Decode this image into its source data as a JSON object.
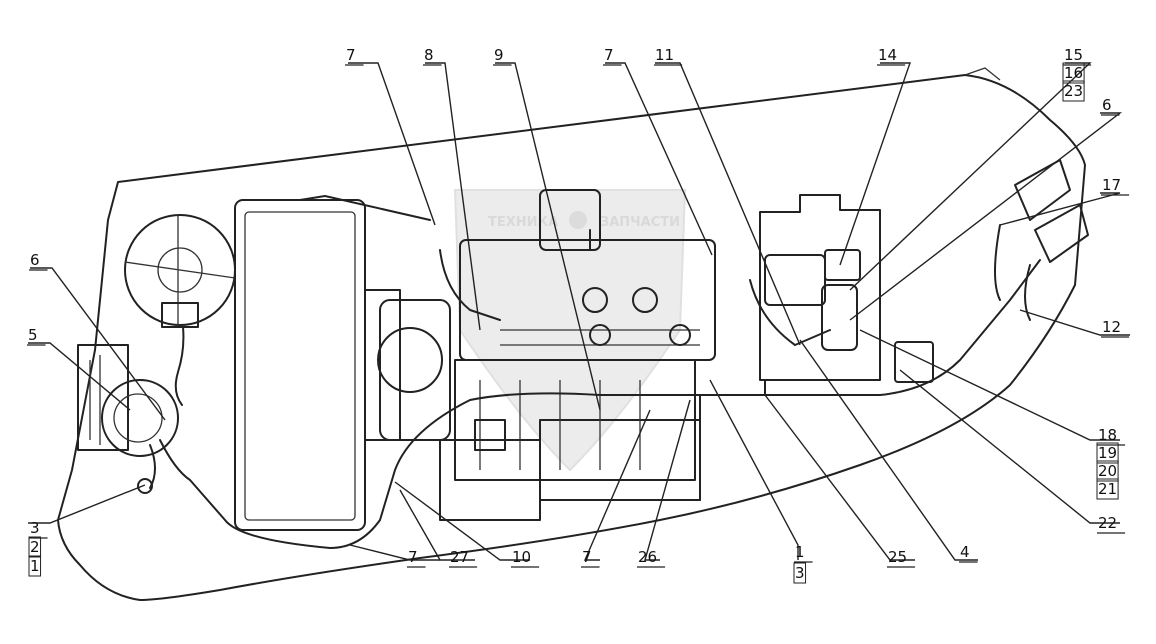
{
  "watermark": {
    "left_text": "ТЕХНИКА",
    "right_text": "ЗАПЧАСТИ"
  },
  "callouts": [
    {
      "id": "c-7a",
      "text": "7",
      "boxed": false
    },
    {
      "id": "c-8",
      "text": "8",
      "boxed": false
    },
    {
      "id": "c-9",
      "text": "9",
      "boxed": false
    },
    {
      "id": "c-7b",
      "text": "7",
      "boxed": false
    },
    {
      "id": "c-11",
      "text": "11",
      "boxed": false
    },
    {
      "id": "c-14",
      "text": "14",
      "boxed": false
    },
    {
      "id": "c-15",
      "text": "15",
      "boxed": false
    },
    {
      "id": "c-16",
      "text": "16",
      "boxed": true
    },
    {
      "id": "c-23",
      "text": "23",
      "boxed": true
    },
    {
      "id": "c-6a",
      "text": "6",
      "boxed": false
    },
    {
      "id": "c-17",
      "text": "17",
      "boxed": false
    },
    {
      "id": "c-12",
      "text": "12",
      "boxed": false
    },
    {
      "id": "c-6b",
      "text": "6",
      "boxed": false
    },
    {
      "id": "c-5",
      "text": "5",
      "boxed": false
    },
    {
      "id": "c-18",
      "text": "18",
      "boxed": false
    },
    {
      "id": "c-19",
      "text": "19",
      "boxed": true
    },
    {
      "id": "c-20",
      "text": "20",
      "boxed": true
    },
    {
      "id": "c-21",
      "text": "21",
      "boxed": true
    },
    {
      "id": "c-22",
      "text": "22",
      "boxed": false
    },
    {
      "id": "c-3",
      "text": "3",
      "boxed": false
    },
    {
      "id": "c-2",
      "text": "2",
      "boxed": true
    },
    {
      "id": "c-1a",
      "text": "1",
      "boxed": true
    },
    {
      "id": "c-7c",
      "text": "7",
      "boxed": false
    },
    {
      "id": "c-27",
      "text": "27",
      "boxed": false
    },
    {
      "id": "c-10",
      "text": "10",
      "boxed": false
    },
    {
      "id": "c-7d",
      "text": "7",
      "boxed": false
    },
    {
      "id": "c-26",
      "text": "26",
      "boxed": false
    },
    {
      "id": "c-1b",
      "text": "1",
      "boxed": false
    },
    {
      "id": "c-3b",
      "text": "3",
      "boxed": true
    },
    {
      "id": "c-25",
      "text": "25",
      "boxed": false
    },
    {
      "id": "c-4",
      "text": "4",
      "boxed": false
    }
  ]
}
